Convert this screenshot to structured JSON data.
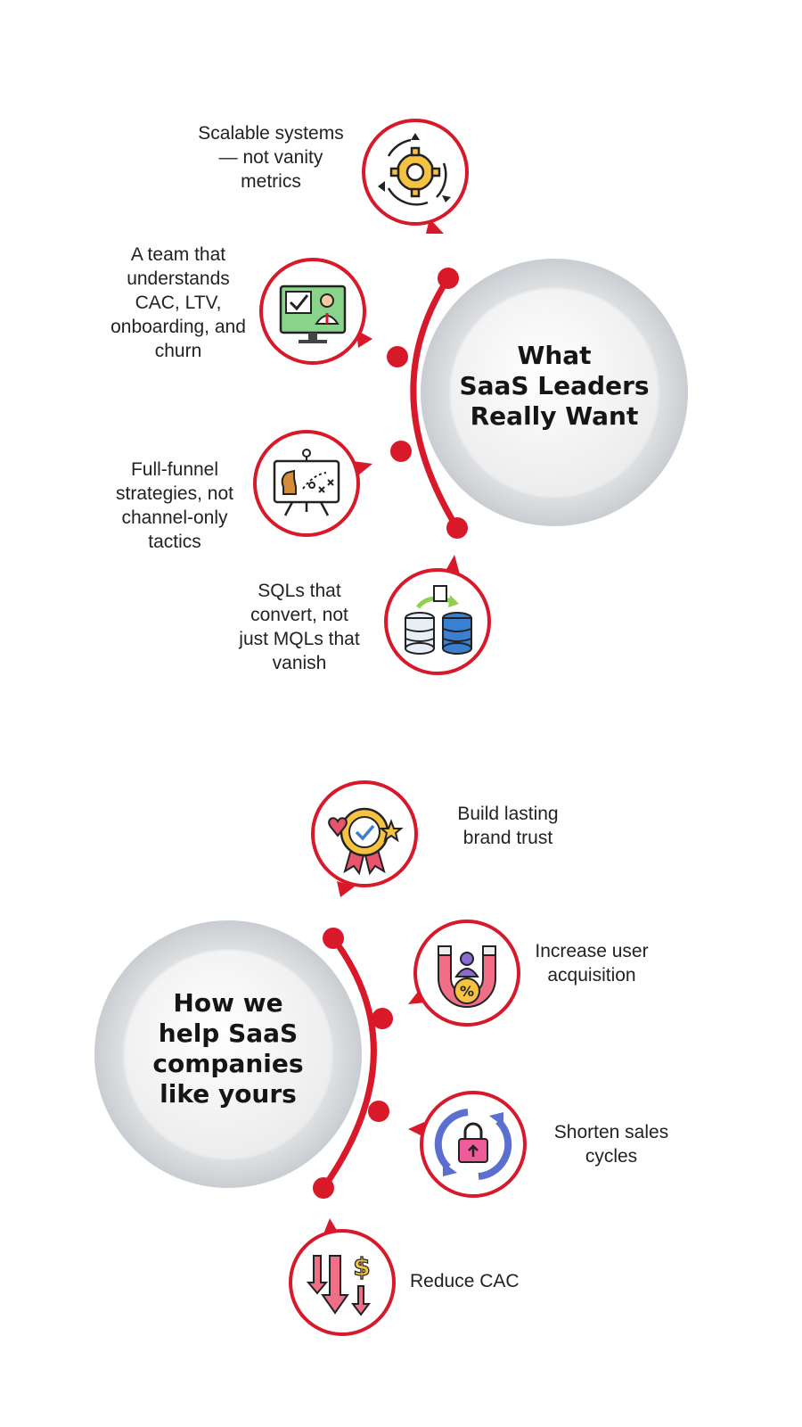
{
  "section1": {
    "hub_title_lines": [
      "What",
      "SaaS Leaders",
      "Really Want"
    ],
    "items": [
      {
        "label": "Scalable systems — not vanity metrics",
        "icon": "gear-cycle-icon"
      },
      {
        "label": "A team that understands CAC, LTV, onboarding, and churn",
        "icon": "presentation-monitor-icon"
      },
      {
        "label": "Full-funnel strategies, not channel-only tactics",
        "icon": "strategy-board-icon"
      },
      {
        "label": "SQLs that convert, not just MQLs that vanish",
        "icon": "database-transfer-icon"
      }
    ]
  },
  "section2": {
    "hub_title_lines": [
      "How we",
      "help SaaS",
      "companies",
      "like yours"
    ],
    "items": [
      {
        "label": "Build lasting brand trust",
        "icon": "trust-badge-icon"
      },
      {
        "label": "Increase user acquisition",
        "icon": "magnet-user-icon"
      },
      {
        "label": "Shorten sales cycles",
        "icon": "cycle-lock-icon"
      },
      {
        "label": "Reduce CAC",
        "icon": "down-arrows-dollar-icon"
      }
    ]
  },
  "colors": {
    "accent": "#d7192a",
    "ring": "#d9dcdf",
    "hub": "#f4f4f4"
  }
}
